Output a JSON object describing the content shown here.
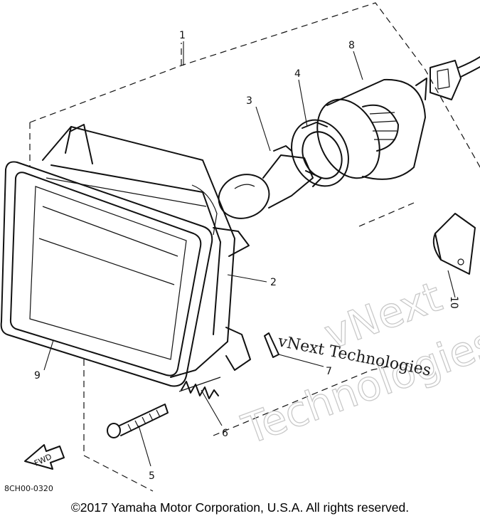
{
  "diagram": {
    "part_labels": [
      "1",
      "2",
      "3",
      "4",
      "5",
      "6",
      "7",
      "8",
      "9",
      "10"
    ],
    "front_arrow": "FWD",
    "drawing_code": "8CH00-0320"
  },
  "watermark": {
    "line1": "vNext",
    "line2": "Technologies",
    "overlay": "vNext Technologies"
  },
  "footer": {
    "copyright": "©2017 Yamaha Motor Corporation, U.S.A. All rights reserved."
  }
}
